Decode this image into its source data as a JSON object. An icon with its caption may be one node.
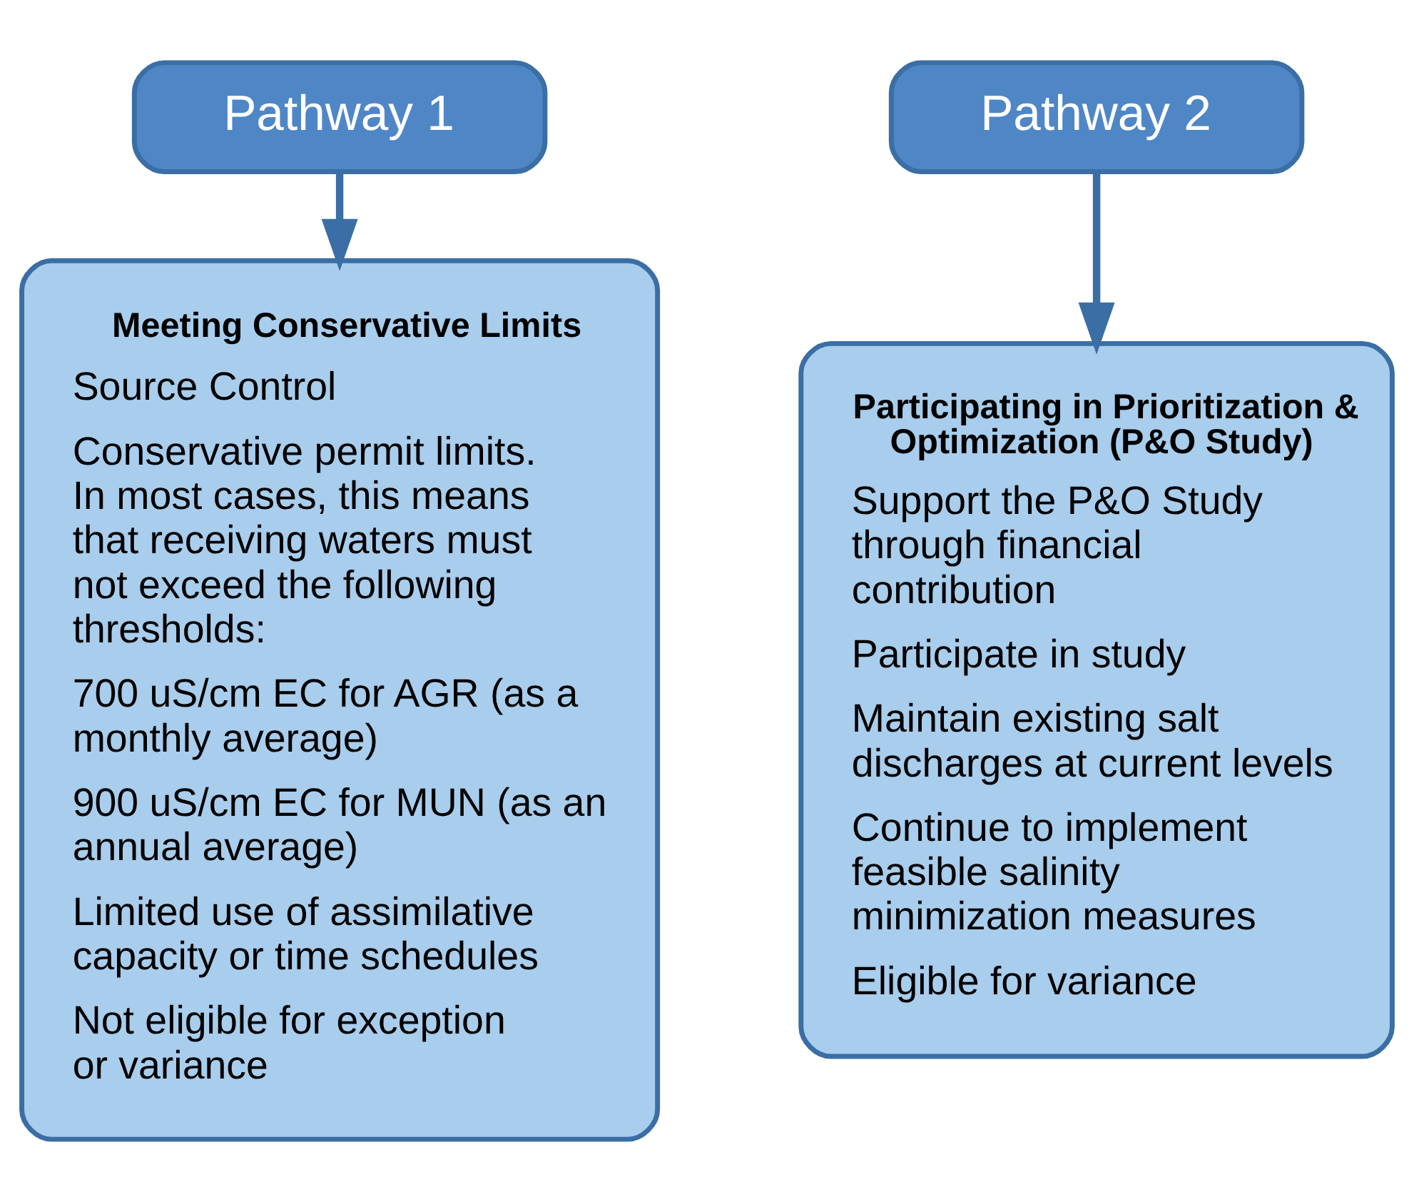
{
  "diagram": {
    "nodes": [
      {
        "text": [
          "Pathway 1"
        ]
      },
      {
        "text": [
          "Pathway 2"
        ]
      },
      {
        "text": [
          "Meeting Conservative Limits",
          "Source Control",
          "Conservative permit limits. In most cases, this means that receiving waters must not exceed the following thresholds:",
          "700 uS/cm EC for AGR (as a monthly average)",
          "900 uS/cm EC for MUN (as an annual average)",
          "Limited use of assimilative capacity or time schedules",
          "Not eligible for exception or variance"
        ]
      },
      {
        "text": [
          "Participating in Prioritization & Optimization (P&O Study)",
          "Support the P&O Study through financial contribution",
          "Participate in study",
          "Maintain existing salt discharges at current levels",
          "Continue to implement feasible salinity minimization measures",
          "Eligible for variance"
        ]
      }
    ],
    "edges": [
      {
        "from": 0,
        "to": 2,
        "arrow": "to"
      },
      {
        "from": 1,
        "to": 3,
        "arrow": "to"
      }
    ]
  }
}
